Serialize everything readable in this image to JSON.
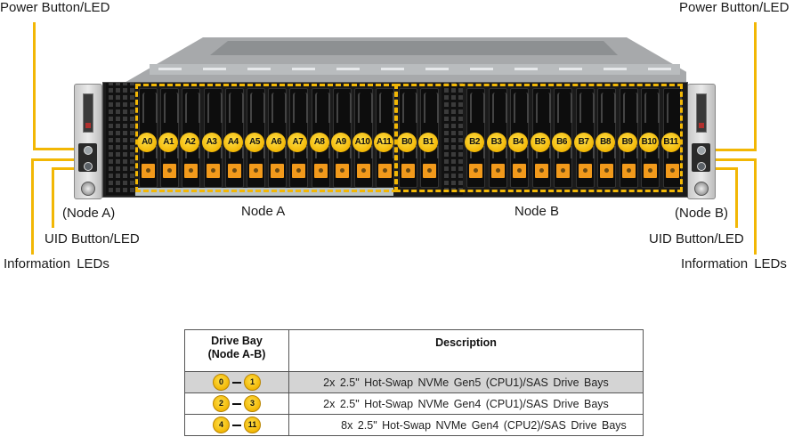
{
  "callouts": {
    "left": {
      "power": "Power Button/LED",
      "node": "(Node A)",
      "uid": "UID Button/LED",
      "info": "Information  LEDs"
    },
    "right": {
      "power": "Power Button/LED",
      "node": "(Node B)",
      "uid": "UID Button/LED",
      "info": "Information  LEDs"
    }
  },
  "nodes": {
    "a": {
      "label": "Node A",
      "bays": [
        "A0",
        "A1",
        "A2",
        "A3",
        "A4",
        "A5",
        "A6",
        "A7",
        "A8",
        "A9",
        "A10",
        "A11"
      ]
    },
    "b": {
      "label": "Node B",
      "bays": [
        "B0",
        "B1",
        "B2",
        "B3",
        "B4",
        "B5",
        "B6",
        "B7",
        "B8",
        "B9",
        "B10",
        "B11"
      ]
    }
  },
  "colors": {
    "highlight": "#f2b705",
    "latch": "#f29a1b",
    "row_shade": "#d4d4d4"
  },
  "table": {
    "headers": {
      "bay_line1": "Drive Bay",
      "bay_line2": "(Node A-B)",
      "description": "Description"
    },
    "rows": [
      {
        "from": "0",
        "to": "1",
        "description": "2x 2.5\" Hot-Swap NVMe Gen5 (CPU1)/SAS Drive Bays"
      },
      {
        "from": "2",
        "to": "3",
        "description": "2x 2.5\" Hot-Swap NVMe Gen4 (CPU1)/SAS Drive Bays"
      },
      {
        "from": "4",
        "to": "11",
        "description": "8x 2.5\" Hot-Swap NVMe Gen4 (CPU2)/SAS Drive Bays"
      }
    ]
  }
}
